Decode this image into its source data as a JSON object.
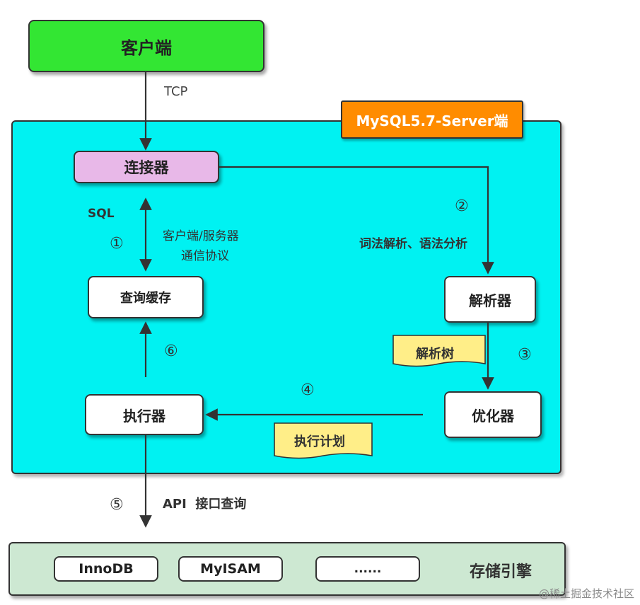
{
  "client": {
    "label": "客户端"
  },
  "tcp_label": "TCP",
  "server": {
    "label": "MySQL5.7-Server端"
  },
  "connector": {
    "label": "连接器"
  },
  "query_cache": {
    "label": "查询缓存"
  },
  "parser": {
    "label": "解析器"
  },
  "optimizer": {
    "label": "优化器"
  },
  "executor": {
    "label": "执行器"
  },
  "parse_tree": {
    "label": "解析树"
  },
  "exec_plan": {
    "label": "执行计划"
  },
  "edges": {
    "sql": "SQL",
    "protocol_line1": "客户端/服务器",
    "protocol_line2": "通信协议",
    "lexical": "词法解析、语法分析",
    "api": "API  接口查询"
  },
  "steps": {
    "s1": "①",
    "s2": "②",
    "s3": "③",
    "s4": "④",
    "s5": "⑤",
    "s6": "⑥"
  },
  "storage": {
    "title": "存储引擎",
    "engines": [
      "InnoDB",
      "MyISAM",
      "......"
    ]
  },
  "watermark": "@稀土掘金技术社区",
  "colors": {
    "client": "#33e633",
    "server": "#00f2f2",
    "server_tag": "#ff8c00",
    "connector": "#e8b8e8",
    "note": "#ffee88",
    "storage": "#cde8d2"
  }
}
